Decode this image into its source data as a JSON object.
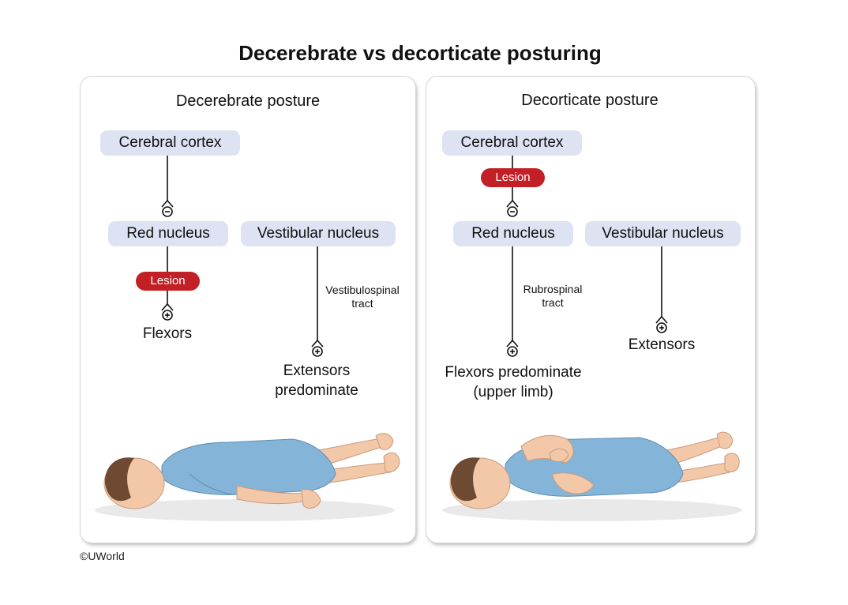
{
  "title": "Decerebrate vs decorticate posturing",
  "left": {
    "title": "Decerebrate posture",
    "cortex": "Cerebral cortex",
    "red_nucleus": "Red nucleus",
    "vestibular_nucleus": "Vestibular nucleus",
    "lesion": "Lesion",
    "flexors": "Flexors",
    "tract_line1": "Vestibulospinal",
    "tract_line2": "tract",
    "extensors_line1": "Extensors",
    "extensors_line2": "predominate"
  },
  "right": {
    "title": "Decorticate posture",
    "cortex": "Cerebral cortex",
    "lesion": "Lesion",
    "red_nucleus": "Red nucleus",
    "vestibular_nucleus": "Vestibular nucleus",
    "tract_line1": "Rubrospinal",
    "tract_line2": "tract",
    "flexors_line1": "Flexors predominate",
    "flexors_line2": "(upper limb)",
    "extensors": "Extensors"
  },
  "copyright": "©UWorld",
  "colors": {
    "box_fill": "#dde3f3",
    "lesion_fill": "#c22026",
    "gown": "#84b4d8",
    "skin": "#f3c8a8",
    "hair": "#6e4a33"
  },
  "icons": {
    "inhibitory": "minus-circle-icon",
    "excitatory": "plus-circle-icon"
  }
}
